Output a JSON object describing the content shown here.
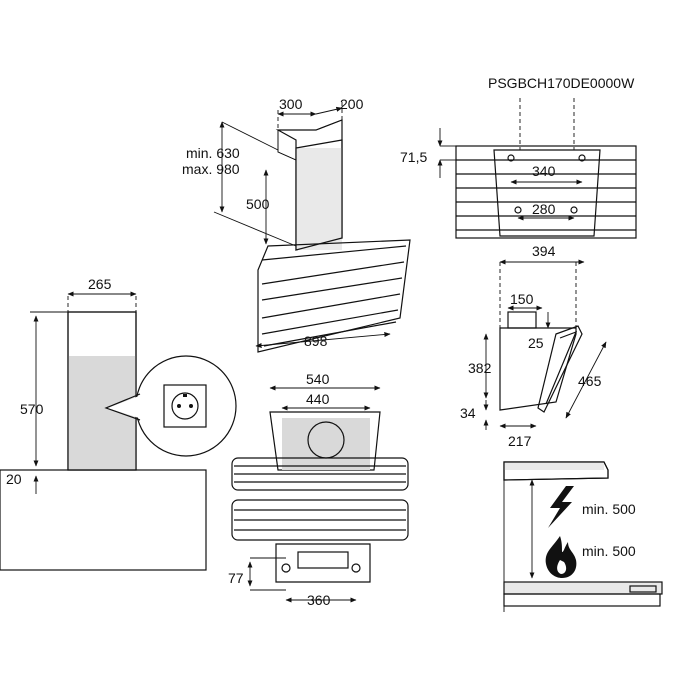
{
  "model": "PSGBCH170DE0000W",
  "dimensions": {
    "d300": "300",
    "d200": "200",
    "min630": "min. 630",
    "max980": "max. 980",
    "d500": "500",
    "d898": "898",
    "d265": "265",
    "d570": "570",
    "d20": "20",
    "d540": "540",
    "d440": "440",
    "d77": "77",
    "d360": "360",
    "d71_5": "71,5",
    "d340": "340",
    "d280": "280",
    "d394": "394",
    "d150": "150",
    "d25": "25",
    "d382": "382",
    "d465": "465",
    "d34": "34",
    "d217": "217"
  },
  "clearances": {
    "electric": "min. 500",
    "gas": "min. 500"
  },
  "icons": [
    "socket-icon",
    "lightning-icon",
    "flame-icon"
  ]
}
